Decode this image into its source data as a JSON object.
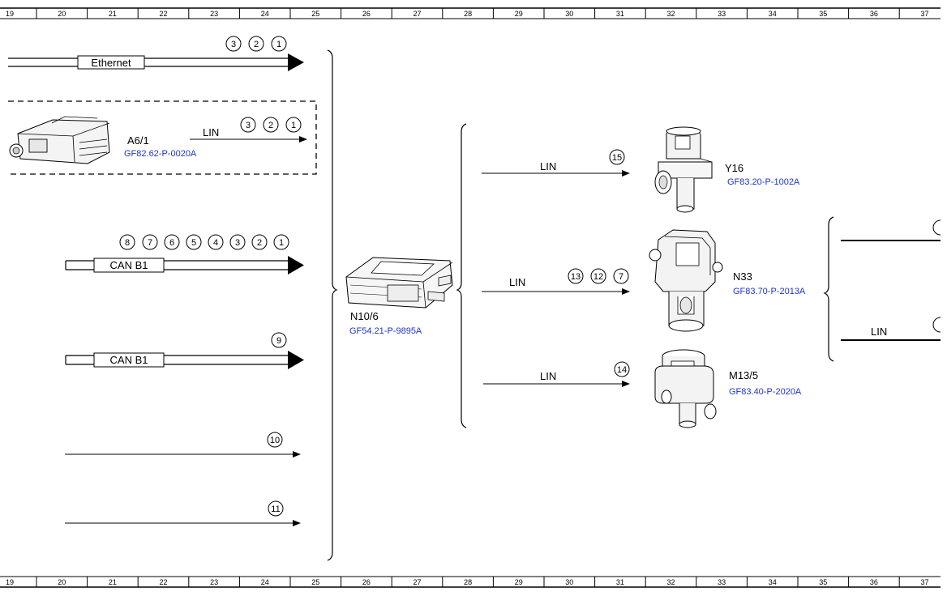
{
  "ruler": {
    "numbers": [
      "19",
      "20",
      "21",
      "22",
      "23",
      "24",
      "25",
      "26",
      "27",
      "28",
      "29",
      "30",
      "31",
      "32",
      "33",
      "34",
      "35",
      "36",
      "37"
    ]
  },
  "left_inputs": {
    "ethernet": {
      "label": "Ethernet",
      "circles": [
        "3",
        "2",
        "1"
      ]
    },
    "a6_1": {
      "name": "A6/1",
      "ref": "GF82.62-P-0020A",
      "bus": "LIN",
      "circles": [
        "3",
        "2",
        "1"
      ]
    },
    "can_1": {
      "label": "CAN B1",
      "circles": [
        "8",
        "7",
        "6",
        "5",
        "4",
        "3",
        "2",
        "1"
      ]
    },
    "can_2": {
      "label": "CAN B1",
      "circles": [
        "9"
      ]
    },
    "line_10": {
      "circles": [
        "10"
      ]
    },
    "line_11": {
      "circles": [
        "11"
      ]
    }
  },
  "central_unit": {
    "name": "N10/6",
    "ref": "GF54.21-P-9895A"
  },
  "outputs": {
    "y16": {
      "name": "Y16",
      "ref": "GF83.20-P-1002A",
      "bus": "LIN",
      "circles": [
        "15"
      ]
    },
    "n33": {
      "name": "N33",
      "ref": "GF83.70-P-2013A",
      "bus": "LIN",
      "circles": [
        "13",
        "12",
        "7"
      ]
    },
    "m13_5": {
      "name": "M13/5",
      "ref": "GF83.40-P-2020A",
      "bus": "LIN",
      "circles": [
        "14"
      ]
    }
  },
  "right_partial": {
    "bus": "LIN"
  },
  "icons": [
    "control-unit-icon",
    "valve-icon",
    "pump-icon",
    "water-pump-icon",
    "module-icon"
  ]
}
